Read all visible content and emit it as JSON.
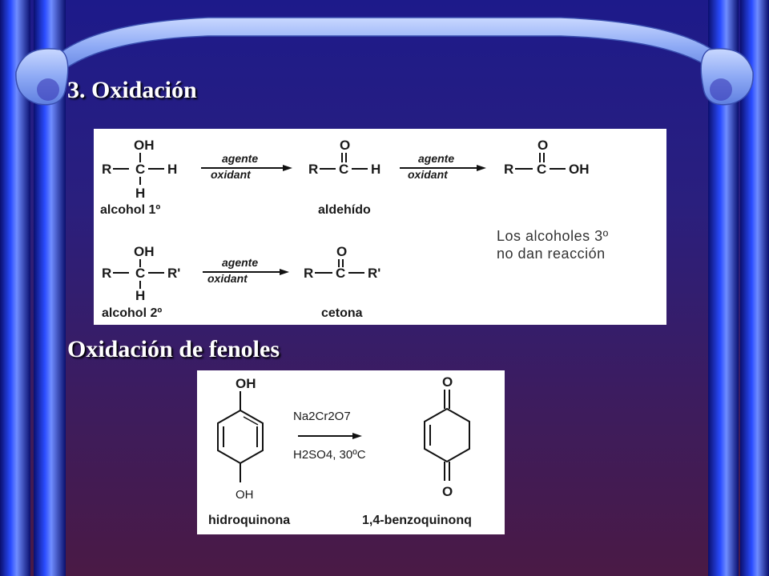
{
  "slide": {
    "title": "3. Oxidación",
    "subtitle": "Oxidación de fenoles"
  },
  "alcohol_scheme": {
    "reaction_1": {
      "reactant_label": "alcohol 1º",
      "arrow_1": {
        "line1": "agente",
        "line2": "oxidant"
      },
      "intermediate_label": "aldehído",
      "arrow_2": {
        "line1": "agente",
        "line2": "oxidant"
      }
    },
    "reaction_2": {
      "reactant_label": "alcohol 2º",
      "arrow": {
        "line1": "agente",
        "line2": "oxidant"
      },
      "product_label": "cetona"
    },
    "note": {
      "line1": "Los alcoholes 3º",
      "line2": "no dan reacción"
    },
    "atoms": {
      "R": "R",
      "R_prime": "R'",
      "C": "C",
      "H": "H",
      "O": "O",
      "OH": "OH"
    }
  },
  "phenol_scheme": {
    "reactant_label": "hidroquinona",
    "product_label": "1,4-benzoquinonq",
    "reagent": "Na2Cr2O7",
    "conditions": "H2SO4, 30ºC",
    "atoms": {
      "OH": "OH",
      "O": "O"
    }
  },
  "colors": {
    "background_top": "#1d1a8a",
    "background_bottom": "#4a1a45",
    "pillar_blue": "#1e2fe0",
    "banner_light": "#a9c3ff",
    "text": "#ffffff"
  }
}
